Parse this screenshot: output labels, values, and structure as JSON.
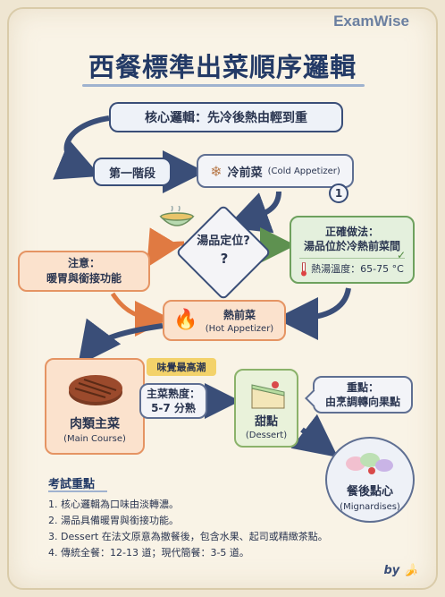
{
  "brand": "ExamWise",
  "title": "西餐標準出菜順序邏輯",
  "core_logic": "核心邏輯：先冷後熱由輕到重",
  "stage1": "第一階段",
  "cold_appetizer": {
    "name": "冷前菜",
    "english": "(Cold Appetizer)",
    "step": "1"
  },
  "soup_decision": {
    "label": "湯品定位?",
    "mark": "?"
  },
  "note": {
    "title": "注意：",
    "text": "暖胃與銜接功能"
  },
  "correct": {
    "title": "正確做法：",
    "text": "湯品位於冷熱前菜間",
    "check": "✓",
    "temp": "熱湯溫度：65-75 °C"
  },
  "hot_appetizer": {
    "name": "熱前菜",
    "english": "(Hot Appetizer)"
  },
  "main_course": {
    "name": "肉類主菜",
    "english": "(Main Course)"
  },
  "peak_label": "味覺最高潮",
  "doneness": {
    "line1": "主菜熟度：",
    "line2": "5-7 分熟"
  },
  "dessert": {
    "name": "甜點",
    "english": "(Dessert)"
  },
  "key_point": {
    "line1": "重點：",
    "line2": "由烹調轉向果點"
  },
  "mignardises": {
    "name": "餐後點心",
    "english": "(Mignardises)"
  },
  "exam": {
    "title": "考試重點",
    "items": [
      "1. 核心邏輯為口味由淡轉濃。",
      "2. 湯品具備暖胃與銜接功能。",
      "3. Dessert 在法文原意為撤餐後，包含水果、起司或精緻茶點。",
      "4. 傳統全餐：12-13 道；現代簡餐：3-5 道。"
    ]
  },
  "byline": "by",
  "colors": {
    "navy": "#233a66",
    "orange": "#e59463",
    "green": "#6ea15e"
  },
  "icons": [
    "snowflake-icon",
    "soup-bowl-icon",
    "thermometer-icon",
    "flame-icon",
    "steak-icon",
    "cake-icon",
    "macaron-icon",
    "banana-icon"
  ]
}
